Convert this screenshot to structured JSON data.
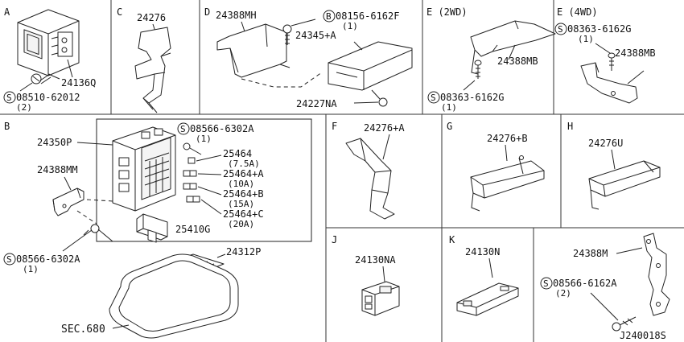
{
  "sections": {
    "A": "A",
    "B": "B",
    "C": "C",
    "D": "D",
    "E_2wd": "E (2WD)",
    "E_4wd": "E (4WD)",
    "F": "F",
    "G": "G",
    "H": "H",
    "J": "J",
    "K": "K"
  },
  "parts": {
    "p24136Q": "24136Q",
    "s08510": "08510-62012",
    "s08510_qty": "(2)",
    "p24276": "24276",
    "p24388MH": "24388MH",
    "b08156": "08156-6162F",
    "b08156_qty": "(1)",
    "p24345A": "24345+A",
    "p24227NA": "24227NA",
    "p24388MB_2wd": "24388MB",
    "s08363_2wd": "08363-6162G",
    "s08363_2wd_qty": "(1)",
    "s08363_4wd": "08363-6162G",
    "s08363_4wd_qty": "(1)",
    "p24388MB_4wd": "24388MB",
    "p24350P": "24350P",
    "s08566a": "08566-6302A",
    "s08566a_qty": "(1)",
    "p25464": "25464",
    "p25464_amp": "(7.5A)",
    "p25464A": "25464+A",
    "p25464A_amp": "(10A)",
    "p25464B": "25464+B",
    "p25464B_amp": "(15A)",
    "p25464C": "25464+C",
    "p25464C_amp": "(20A)",
    "p24388MM": "24388MM",
    "p25410G": "25410G",
    "s08566b": "08566-6302A",
    "s08566b_qty": "(1)",
    "p24312P": "24312P",
    "sec680": "SEC.680",
    "p24276A": "24276+A",
    "p24276B": "24276+B",
    "p24276U": "24276U",
    "p24130NA": "24130NA",
    "p24130N": "24130N",
    "p24388M": "24388M",
    "s08566c": "08566-6162A",
    "s08566c_qty": "(2)"
  },
  "symbols": {
    "screw": "S",
    "bolt": "B"
  },
  "drawing_id": "J240018S"
}
